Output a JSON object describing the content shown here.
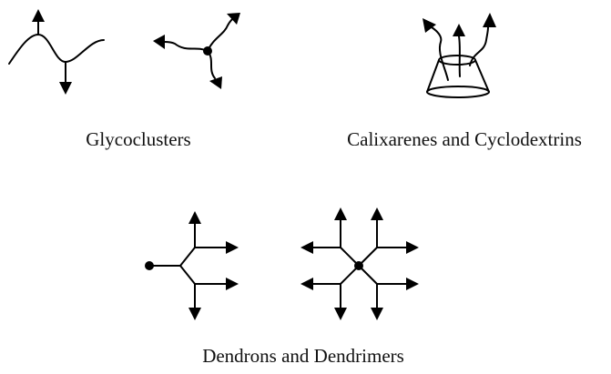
{
  "figure": {
    "captions": {
      "glycoclusters": "Glycoclusters",
      "calixarenes": "Calixarenes and Cyclodextrins",
      "dendrimers": "Dendrons and Dendrimers"
    },
    "icons": [
      "glycocluster-linear-icon",
      "glycocluster-trivalent-icon",
      "calixarene-cup-icon",
      "dendron-icon",
      "dendrimer-icon"
    ],
    "colors": {
      "ink": "#000000",
      "background": "#ffffff"
    }
  }
}
